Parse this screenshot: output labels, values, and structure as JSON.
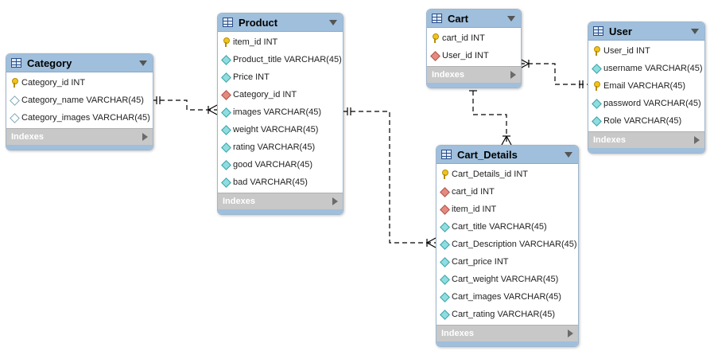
{
  "tables": {
    "category": {
      "name": "Category",
      "columns": [
        {
          "label": "Category_id INT",
          "icon": "primary-key-icon"
        },
        {
          "label": "Category_name VARCHAR(45)",
          "icon": "nullable-column-icon"
        },
        {
          "label": "Category_images VARCHAR(45)",
          "icon": "nullable-column-icon"
        }
      ],
      "footer": "Indexes"
    },
    "product": {
      "name": "Product",
      "columns": [
        {
          "label": "item_id INT",
          "icon": "primary-key-icon"
        },
        {
          "label": "Product_title VARCHAR(45)",
          "icon": "column-icon"
        },
        {
          "label": "Price INT",
          "icon": "column-icon"
        },
        {
          "label": "Category_id INT",
          "icon": "foreign-key-icon"
        },
        {
          "label": "images VARCHAR(45)",
          "icon": "column-icon"
        },
        {
          "label": "weight VARCHAR(45)",
          "icon": "column-icon"
        },
        {
          "label": "rating VARCHAR(45)",
          "icon": "column-icon"
        },
        {
          "label": "good VARCHAR(45)",
          "icon": "column-icon"
        },
        {
          "label": "bad VARCHAR(45)",
          "icon": "column-icon"
        }
      ],
      "footer": "Indexes"
    },
    "cart": {
      "name": "Cart",
      "columns": [
        {
          "label": "cart_id INT",
          "icon": "primary-key-icon"
        },
        {
          "label": "User_id INT",
          "icon": "foreign-key-icon"
        }
      ],
      "footer": "Indexes"
    },
    "user": {
      "name": "User",
      "columns": [
        {
          "label": "User_id INT",
          "icon": "primary-key-icon"
        },
        {
          "label": "username VARCHAR(45)",
          "icon": "column-icon"
        },
        {
          "label": "Email VARCHAR(45)",
          "icon": "primary-key-icon"
        },
        {
          "label": "password VARCHAR(45)",
          "icon": "column-icon"
        },
        {
          "label": "Role VARCHAR(45)",
          "icon": "column-icon"
        }
      ],
      "footer": "Indexes"
    },
    "cart_details": {
      "name": "Cart_Details",
      "columns": [
        {
          "label": "Cart_Details_id INT",
          "icon": "primary-key-icon"
        },
        {
          "label": "cart_id INT",
          "icon": "foreign-key-icon"
        },
        {
          "label": "item_id INT",
          "icon": "foreign-key-icon"
        },
        {
          "label": "Cart_title VARCHAR(45)",
          "icon": "column-icon"
        },
        {
          "label": "Cart_Description VARCHAR(45)",
          "icon": "column-icon"
        },
        {
          "label": "Cart_price INT",
          "icon": "column-icon"
        },
        {
          "label": "Cart_weight VARCHAR(45)",
          "icon": "column-icon"
        },
        {
          "label": "Cart_images VARCHAR(45)",
          "icon": "column-icon"
        },
        {
          "label": "Cart_rating VARCHAR(45)",
          "icon": "column-icon"
        }
      ],
      "footer": "Indexes"
    }
  },
  "relationships": [
    {
      "name": "category-product",
      "from": "Category",
      "to": "Product",
      "from_end": "one",
      "to_end": "many"
    },
    {
      "name": "product-cart_details",
      "from": "Product",
      "to": "Cart_Details",
      "from_end": "one",
      "to_end": "many"
    },
    {
      "name": "cart-cart_details",
      "from": "Cart",
      "to": "Cart_Details",
      "from_end": "one",
      "to_end": "many"
    },
    {
      "name": "user-cart",
      "from": "User",
      "to": "Cart",
      "from_end": "one",
      "to_end": "many"
    }
  ],
  "colors": {
    "header": "#9fbfdc",
    "footer": "#c8c8c8",
    "primary_key": "#f0c419",
    "foreign_key": "#e48a80",
    "column": "#8fdde0",
    "connector": "#000000"
  }
}
